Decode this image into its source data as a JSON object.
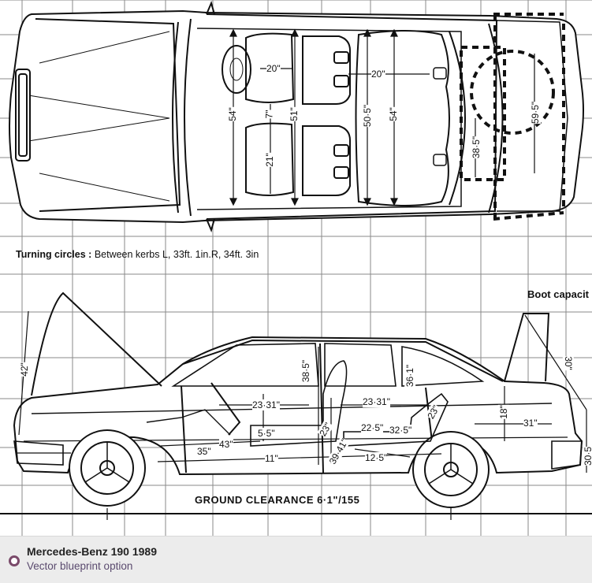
{
  "blueprint": {
    "turning_label": "Turning circles :",
    "turning_text": "Between kerbs L, 33ft.  1in.R, 34ft.  3in",
    "boot_label": "Boot capacit",
    "ground_clearance": "GROUND  CLEARANCE  6·1\"/155",
    "top_dims": {
      "seat_width_front": "20\"",
      "seat_width_rear": "20\"",
      "width_54_left": "54\"",
      "width_7": "7\"",
      "width_51": "51\"",
      "width_505": "50·5\"",
      "width_54_right": "54\"",
      "width_21": "21\"",
      "boot_385": "38·5\"",
      "boot_595": "59·5\""
    },
    "side_dims": {
      "hood_42": "42\"",
      "front_2331": "23·31\"",
      "height_385": "38·5\"",
      "rear_2331": "23·31\"",
      "diag_361": "36·1\"",
      "boot_30": "30\"",
      "boot_18": "18\"",
      "boot_31": "31\"",
      "seat_55": "5·5\"",
      "seat_23": "23\"",
      "rear_seat_23": "23\"",
      "rear_225": "22·5\"",
      "rear_325": "32·5\"",
      "pedal_35": "35\"",
      "legroom_43": "43\"",
      "seat_11": "11\"",
      "diag_3941": "39·41\"",
      "rear_125": "12·5\"",
      "rear_edge_305": "30·5"
    }
  },
  "caption": {
    "title": "Mercedes-Benz 190 1989",
    "subtitle": "Vector blueprint option"
  },
  "colors": {
    "ink": "#111111",
    "grid": "#8a8a8a",
    "caption_bg": "#ececec",
    "ring": "#7a4a6a"
  }
}
